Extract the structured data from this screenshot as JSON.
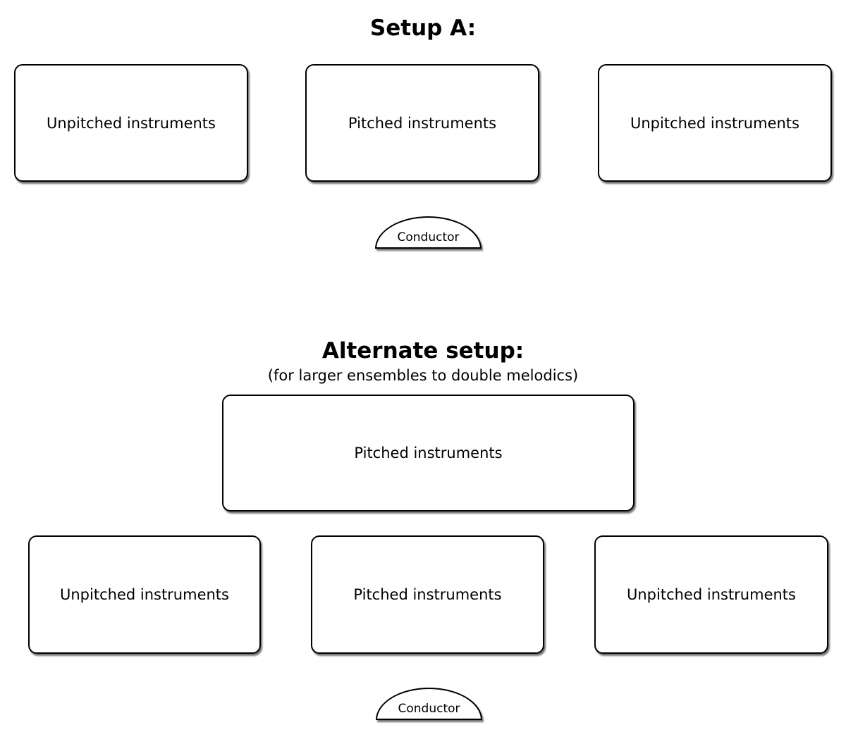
{
  "colors": {
    "border": "#000000",
    "background": "#ffffff",
    "text": "#000000",
    "shadow": "rgba(0,0,0,0.55)"
  },
  "setup_a": {
    "title": "Setup A:",
    "boxes": [
      {
        "label": "Unpitched instruments"
      },
      {
        "label": "Pitched instruments"
      },
      {
        "label": "Unpitched instruments"
      }
    ],
    "conductor_label": "Conductor"
  },
  "alternate": {
    "title": "Alternate setup:",
    "subtitle": "(for larger ensembles to double melodics)",
    "top_box": {
      "label": "Pitched instruments"
    },
    "boxes": [
      {
        "label": "Unpitched instruments"
      },
      {
        "label": "Pitched instruments"
      },
      {
        "label": "Unpitched instruments"
      }
    ],
    "conductor_label": "Conductor"
  }
}
